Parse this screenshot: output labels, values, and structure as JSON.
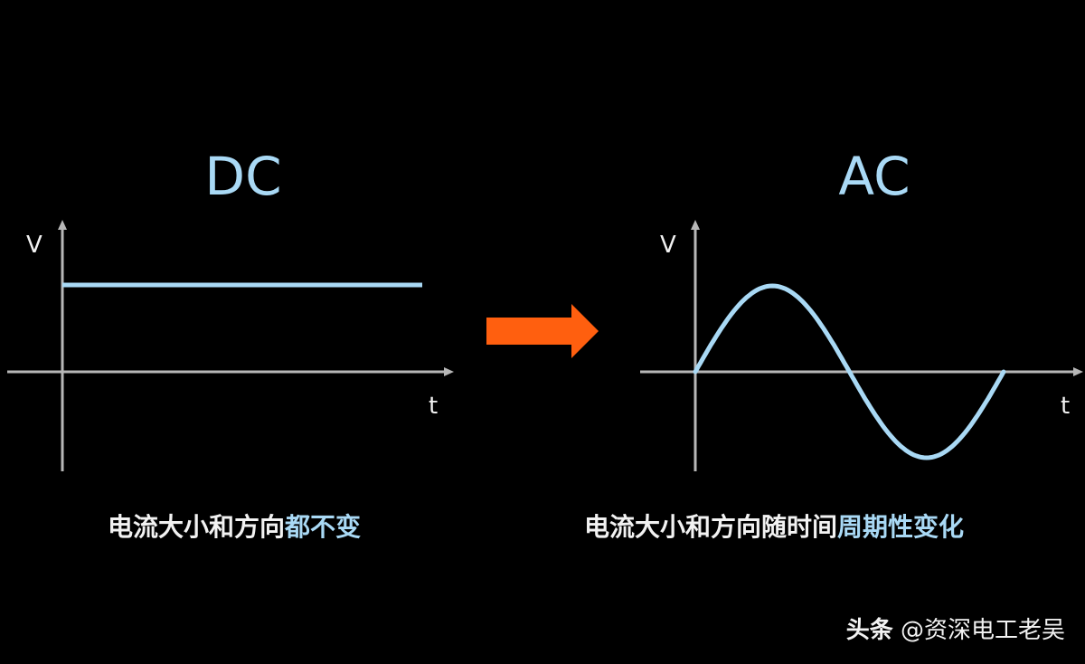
{
  "colors": {
    "background": "#000000",
    "accent_blue": "#a9d9f5",
    "axis_gray": "#b7b7b7",
    "text_white": "#f2f2f2",
    "arrow_orange": "#ff5f0f"
  },
  "dc_panel": {
    "title": "DC",
    "y_axis_label": "V",
    "x_axis_label": "t",
    "caption_white": "电流大小和方向",
    "caption_blue": "都不变"
  },
  "ac_panel": {
    "title": "AC",
    "y_axis_label": "V",
    "x_axis_label": "t",
    "caption_white": "电流大小和方向随时间",
    "caption_blue": "周期性变化"
  },
  "arrow": {
    "icon": "right-arrow-icon",
    "direction": "right"
  },
  "watermark": {
    "brand": "头条",
    "handle": "@资深电工老吴"
  }
}
